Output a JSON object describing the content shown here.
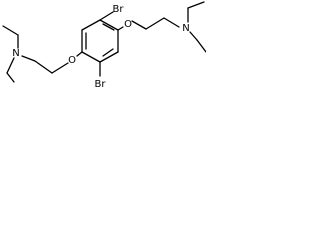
{
  "structure": {
    "atoms": {
      "br_top": "Br",
      "br_bottom": "Br",
      "o_left": "O",
      "o_right": "O",
      "n_left": "N",
      "n_right": "N"
    }
  }
}
